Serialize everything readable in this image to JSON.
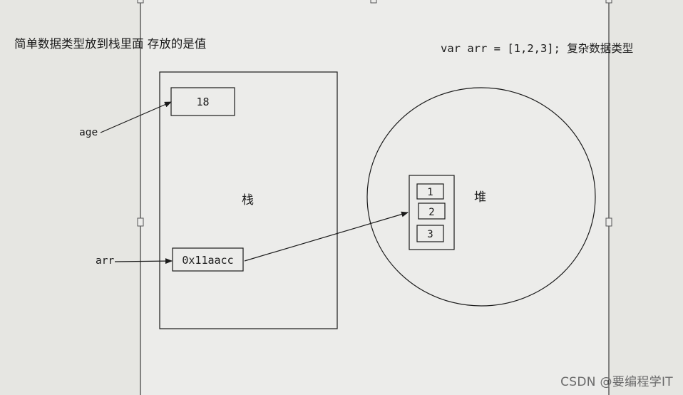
{
  "captions": {
    "left": "简单数据类型放到栈里面 存放的是值",
    "right": "var arr = [1,2,3]; 复杂数据类型"
  },
  "stack": {
    "label": "栈",
    "cells": {
      "age_value": "18",
      "arr_address": "0x11aacc"
    }
  },
  "heap": {
    "label": "堆",
    "array_items": [
      "1",
      "2",
      "3"
    ]
  },
  "variables": {
    "age": "age",
    "arr": "arr"
  },
  "watermark": "CSDN @要编程学IT",
  "colors": {
    "background": "#e6e6e2",
    "page": "#ececea",
    "line": "#1a1a1a"
  }
}
